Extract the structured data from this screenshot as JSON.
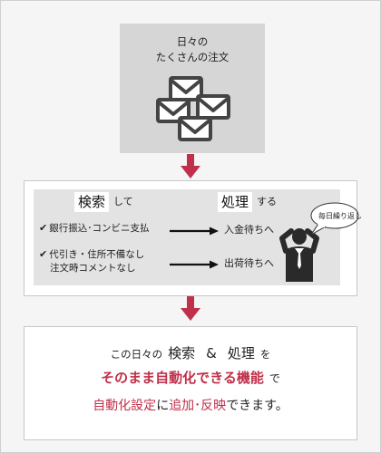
{
  "orders_box": {
    "title_line1": "日々の",
    "title_line2": "たくさんの注文",
    "icon": "envelope-stack-icon"
  },
  "process_box": {
    "search_keyword": "検索",
    "search_suffix": "して",
    "handle_keyword": "処理",
    "handle_suffix": "する",
    "conditions": [
      {
        "check": "✔",
        "text_lines": [
          "銀行振込･コンビニ支払"
        ],
        "result": "入金待ちへ"
      },
      {
        "check": "✔",
        "text_lines": [
          "代引き・住所不備なし",
          "注文時コメントなし"
        ],
        "result": "出荷待ちへ"
      }
    ],
    "bubble_text": "毎日繰り返し",
    "person_icon": "stressed-person-icon"
  },
  "summary_box": {
    "line1_prefix": "この日々の",
    "line1_kw1": "検索",
    "line1_amp": "&",
    "line1_kw2": "処理",
    "line1_suffix": "を",
    "line2_highlight": "そのまま自動化できる機能",
    "line2_suffix": "で",
    "line3_red1": "自動化設定",
    "line3_dark1": "に",
    "line3_red2": "追加･反映",
    "line3_dark2": "できます。"
  },
  "colors": {
    "accent_red": "#c0304a",
    "box_gray": "#d6d6d6",
    "inner_gray": "#e3e3e3"
  }
}
